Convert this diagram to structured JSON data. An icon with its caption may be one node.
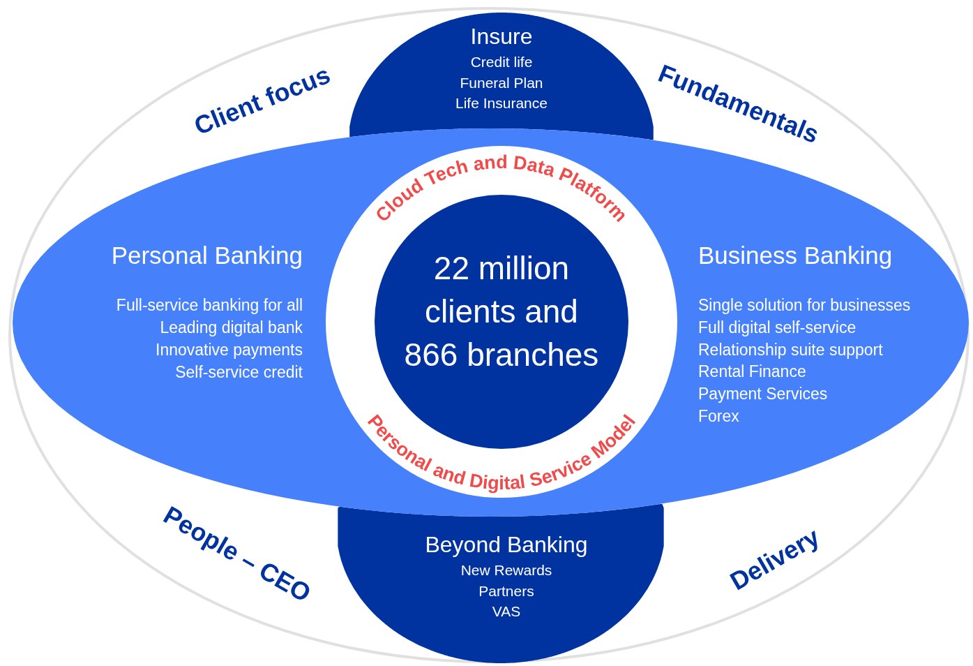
{
  "diagram": {
    "nodes": [
      {
        "text": [
          "Client focus",
          "Fundamentals",
          "People – CEO",
          "Delivery"
        ]
      },
      {
        "text": [
          "Insure",
          "Credit life",
          "Funeral Plan",
          "Life Insurance"
        ],
        "in": 0
      },
      {
        "text": [
          "Beyond Banking",
          "New Rewards",
          "Partners",
          "VAS"
        ],
        "in": 0
      },
      {
        "text": [
          "Personal Banking",
          "Full-service banking for all",
          "Leading digital bank",
          "Innovative payments",
          "Self-service credit",
          "Business Banking",
          "Single solution for businesses",
          "Full digital self-service",
          "Relationship suite support",
          "Rental Finance",
          "Payment Services",
          "Forex"
        ],
        "in": 0
      },
      {
        "text": [
          "Cloud Tech and Data Platform",
          "Personal and Digital Service Model"
        ],
        "in": 3
      },
      {
        "text": [
          "22 million clients and 866 branches"
        ],
        "in": 4
      }
    ],
    "edges": []
  }
}
